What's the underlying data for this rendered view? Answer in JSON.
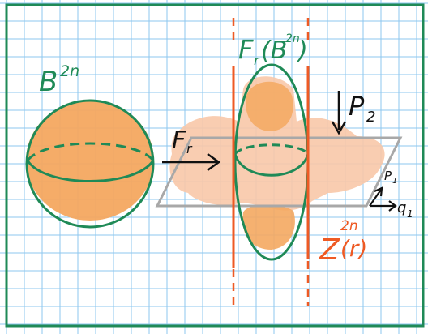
{
  "labels": {
    "ball": "B",
    "ball_sup": "2n",
    "map": "F",
    "map_sub": "r",
    "image_pre": "F",
    "image_sub": "r",
    "image_mid": "(B",
    "image_sup": "2n",
    "image_post": ")",
    "p2": "P",
    "p2_sub": "2",
    "p1": "P",
    "p1_sub": "1",
    "q1": "q",
    "q1_sub": "1",
    "cyl": "Z",
    "cyl_sup": "2n",
    "cyl_arg": "(r)"
  },
  "colors": {
    "grid": "#8ec7ef",
    "frame": "#1f8a57",
    "green_ink": "#1f8a57",
    "orange_fill": "#f4a860",
    "peach_fill": "#f8c8a8",
    "red_orange": "#ee5a24",
    "plane_gray": "#a8a8a8",
    "ink": "#111111"
  }
}
